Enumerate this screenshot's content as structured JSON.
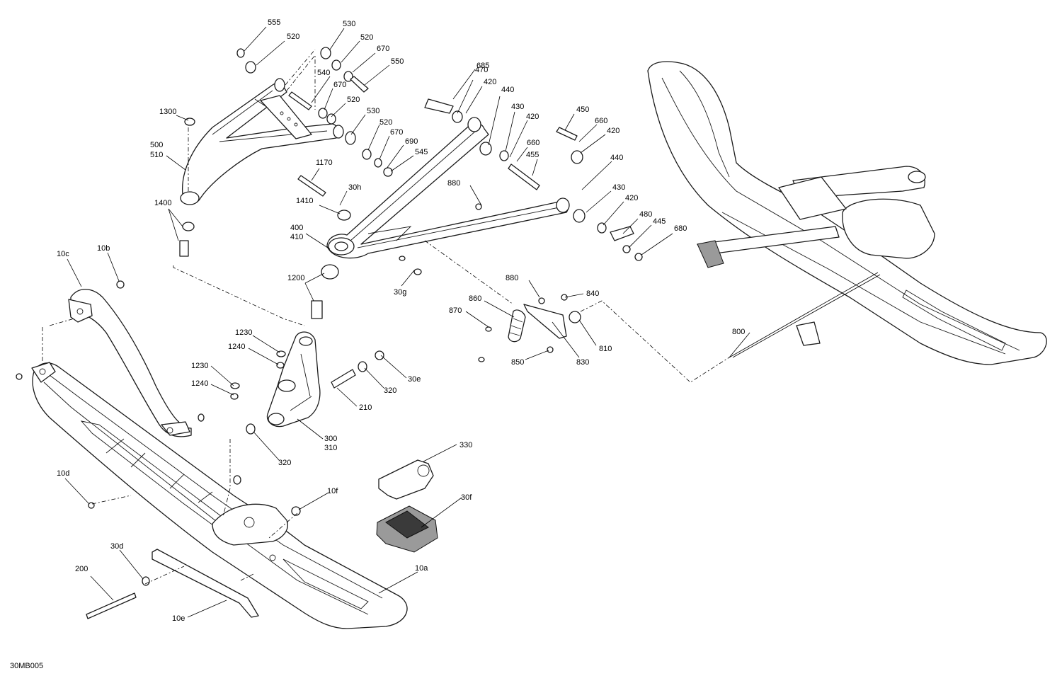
{
  "reference_code": "30MB005",
  "callouts": [
    {
      "id": "c555",
      "label": "555"
    },
    {
      "id": "c520a",
      "label": "520"
    },
    {
      "id": "c530a",
      "label": "530"
    },
    {
      "id": "c520b",
      "label": "520"
    },
    {
      "id": "c670a",
      "label": "670"
    },
    {
      "id": "c550",
      "label": "550"
    },
    {
      "id": "c540",
      "label": "540"
    },
    {
      "id": "c670b",
      "label": "670"
    },
    {
      "id": "c520c",
      "label": "520"
    },
    {
      "id": "c1300",
      "label": "1300"
    },
    {
      "id": "c530b",
      "label": "530"
    },
    {
      "id": "c520d",
      "label": "520"
    },
    {
      "id": "c670c",
      "label": "670"
    },
    {
      "id": "c690",
      "label": "690"
    },
    {
      "id": "c545",
      "label": "545"
    },
    {
      "id": "c500",
      "label": "500"
    },
    {
      "id": "c510",
      "label": "510"
    },
    {
      "id": "c685",
      "label": "685"
    },
    {
      "id": "c470",
      "label": "470"
    },
    {
      "id": "c420a",
      "label": "420"
    },
    {
      "id": "c440a",
      "label": "440"
    },
    {
      "id": "c430a",
      "label": "430"
    },
    {
      "id": "c420b",
      "label": "420"
    },
    {
      "id": "c450",
      "label": "450"
    },
    {
      "id": "c660a",
      "label": "660"
    },
    {
      "id": "c420c",
      "label": "420"
    },
    {
      "id": "c660b",
      "label": "660"
    },
    {
      "id": "c455",
      "label": "455"
    },
    {
      "id": "c440b",
      "label": "440"
    },
    {
      "id": "c430b",
      "label": "430"
    },
    {
      "id": "c420d",
      "label": "420"
    },
    {
      "id": "c480",
      "label": "480"
    },
    {
      "id": "c445",
      "label": "445"
    },
    {
      "id": "c680",
      "label": "680"
    },
    {
      "id": "c1170",
      "label": "1170"
    },
    {
      "id": "c30h",
      "label": "30h"
    },
    {
      "id": "c880a",
      "label": "880"
    },
    {
      "id": "c1410",
      "label": "1410"
    },
    {
      "id": "c400",
      "label": "400"
    },
    {
      "id": "c410",
      "label": "410"
    },
    {
      "id": "c1400",
      "label": "1400"
    },
    {
      "id": "c10c",
      "label": "10c"
    },
    {
      "id": "c10b",
      "label": "10b"
    },
    {
      "id": "c1200",
      "label": "1200"
    },
    {
      "id": "c30g",
      "label": "30g"
    },
    {
      "id": "c880b",
      "label": "880"
    },
    {
      "id": "c840",
      "label": "840"
    },
    {
      "id": "c860",
      "label": "860"
    },
    {
      "id": "c870",
      "label": "870"
    },
    {
      "id": "c810",
      "label": "810"
    },
    {
      "id": "c830",
      "label": "830"
    },
    {
      "id": "c850",
      "label": "850"
    },
    {
      "id": "c800",
      "label": "800"
    },
    {
      "id": "c1230a",
      "label": "1230"
    },
    {
      "id": "c1240a",
      "label": "1240"
    },
    {
      "id": "c1230b",
      "label": "1230"
    },
    {
      "id": "c1240b",
      "label": "1240"
    },
    {
      "id": "c30e",
      "label": "30e"
    },
    {
      "id": "c320a",
      "label": "320"
    },
    {
      "id": "c210",
      "label": "210"
    },
    {
      "id": "c300",
      "label": "300"
    },
    {
      "id": "c310",
      "label": "310"
    },
    {
      "id": "c320b",
      "label": "320"
    },
    {
      "id": "c330",
      "label": "330"
    },
    {
      "id": "c30f",
      "label": "30f"
    },
    {
      "id": "c10d",
      "label": "10d"
    },
    {
      "id": "c10f",
      "label": "10f"
    },
    {
      "id": "c30d",
      "label": "30d"
    },
    {
      "id": "c200",
      "label": "200"
    },
    {
      "id": "c10a",
      "label": "10a"
    },
    {
      "id": "c10e",
      "label": "10e"
    }
  ]
}
